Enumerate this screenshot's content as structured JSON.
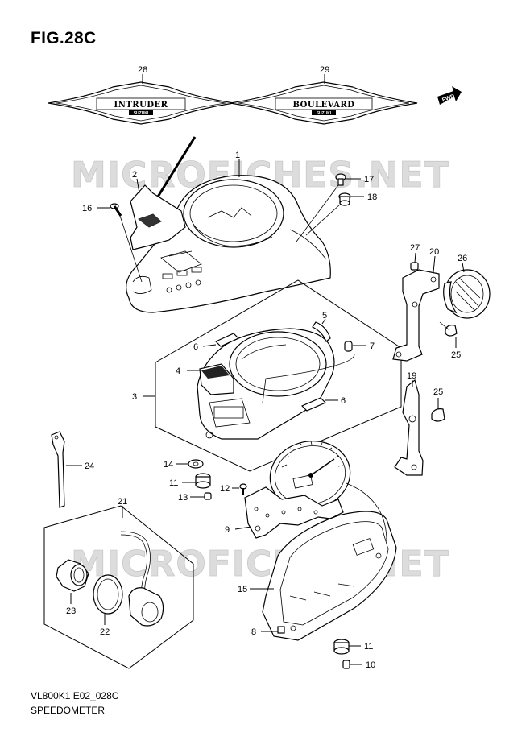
{
  "figure": {
    "title": "FIG.28C",
    "code": "VL800K1 E02_028C",
    "name": "SPEEDOMETER"
  },
  "watermark": {
    "text": "MICROFICHES.NET"
  },
  "emblems": {
    "left": "INTRUDER",
    "right": "BOULEVARD",
    "badge": "SUZUKI"
  },
  "direction": {
    "label": "FWD"
  },
  "callouts": {
    "p1": "1",
    "p2": "2",
    "p3": "3",
    "p4": "4",
    "p5": "5",
    "p6a": "6",
    "p6b": "6",
    "p7": "7",
    "p8": "8",
    "p9": "9",
    "p10": "10",
    "p11a": "11",
    "p11b": "11",
    "p12": "12",
    "p13": "13",
    "p14": "14",
    "p15": "15",
    "p16": "16",
    "p17": "17",
    "p18": "18",
    "p19": "19",
    "p20": "20",
    "p21": "21",
    "p22": "22",
    "p23": "23",
    "p24": "24",
    "p25a": "25",
    "p25b": "25",
    "p26": "26",
    "p27": "27",
    "p28": "28",
    "p29": "29"
  }
}
